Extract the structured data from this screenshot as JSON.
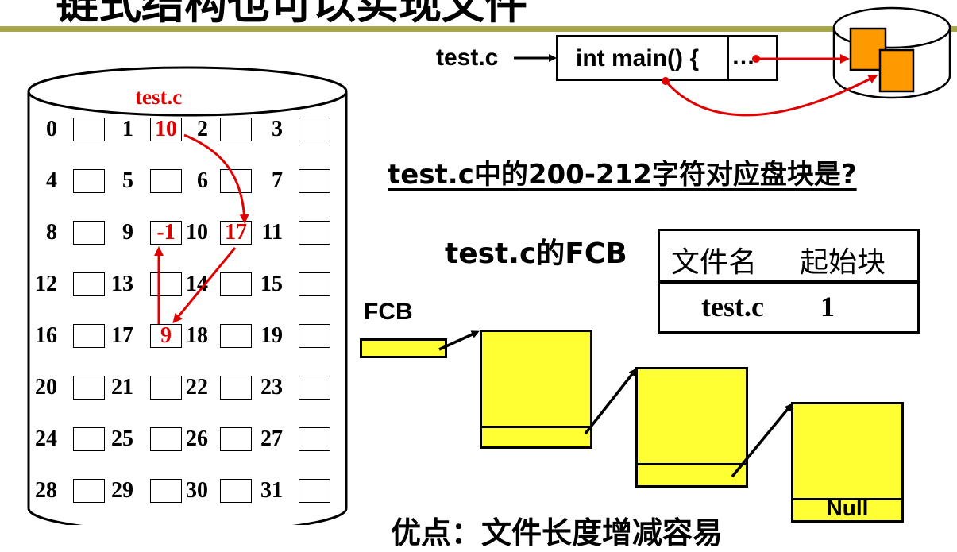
{
  "slide": {
    "title_partial": "链式结构也可以实现文件",
    "bottom_partial": "优点：文件长度增减容易"
  },
  "colors": {
    "rule": "#a8a84a",
    "highlight_red": "#e00000",
    "block_yellow": "#ffff33",
    "memory_block_orange": "#ff9900"
  },
  "disk": {
    "file_label": "test.c",
    "blocks": [
      {
        "n": "0",
        "v": ""
      },
      {
        "n": "1",
        "v": "10"
      },
      {
        "n": "2",
        "v": ""
      },
      {
        "n": "3",
        "v": ""
      },
      {
        "n": "4",
        "v": ""
      },
      {
        "n": "5",
        "v": ""
      },
      {
        "n": "6",
        "v": ""
      },
      {
        "n": "7",
        "v": ""
      },
      {
        "n": "8",
        "v": ""
      },
      {
        "n": "9",
        "v": "-1"
      },
      {
        "n": "10",
        "v": "17"
      },
      {
        "n": "11",
        "v": ""
      },
      {
        "n": "12",
        "v": ""
      },
      {
        "n": "13",
        "v": ""
      },
      {
        "n": "14",
        "v": ""
      },
      {
        "n": "15",
        "v": ""
      },
      {
        "n": "16",
        "v": ""
      },
      {
        "n": "17",
        "v": "9"
      },
      {
        "n": "18",
        "v": ""
      },
      {
        "n": "19",
        "v": ""
      },
      {
        "n": "20",
        "v": ""
      },
      {
        "n": "21",
        "v": ""
      },
      {
        "n": "22",
        "v": ""
      },
      {
        "n": "23",
        "v": ""
      },
      {
        "n": "24",
        "v": ""
      },
      {
        "n": "25",
        "v": ""
      },
      {
        "n": "26",
        "v": ""
      },
      {
        "n": "27",
        "v": ""
      },
      {
        "n": "28",
        "v": ""
      },
      {
        "n": "29",
        "v": ""
      },
      {
        "n": "30",
        "v": ""
      },
      {
        "n": "31",
        "v": ""
      }
    ]
  },
  "file_view": {
    "name": "test.c",
    "code": "int main() {",
    "ellipsis": "…"
  },
  "question": "test.c中的200-212字符对应盘块是?",
  "fcb": {
    "title": "test.c的FCB",
    "headers": [
      "文件名",
      "起始块"
    ],
    "row": [
      "test.c",
      "1"
    ]
  },
  "chain": {
    "fcb_label": "FCB",
    "null_label": "Null"
  }
}
